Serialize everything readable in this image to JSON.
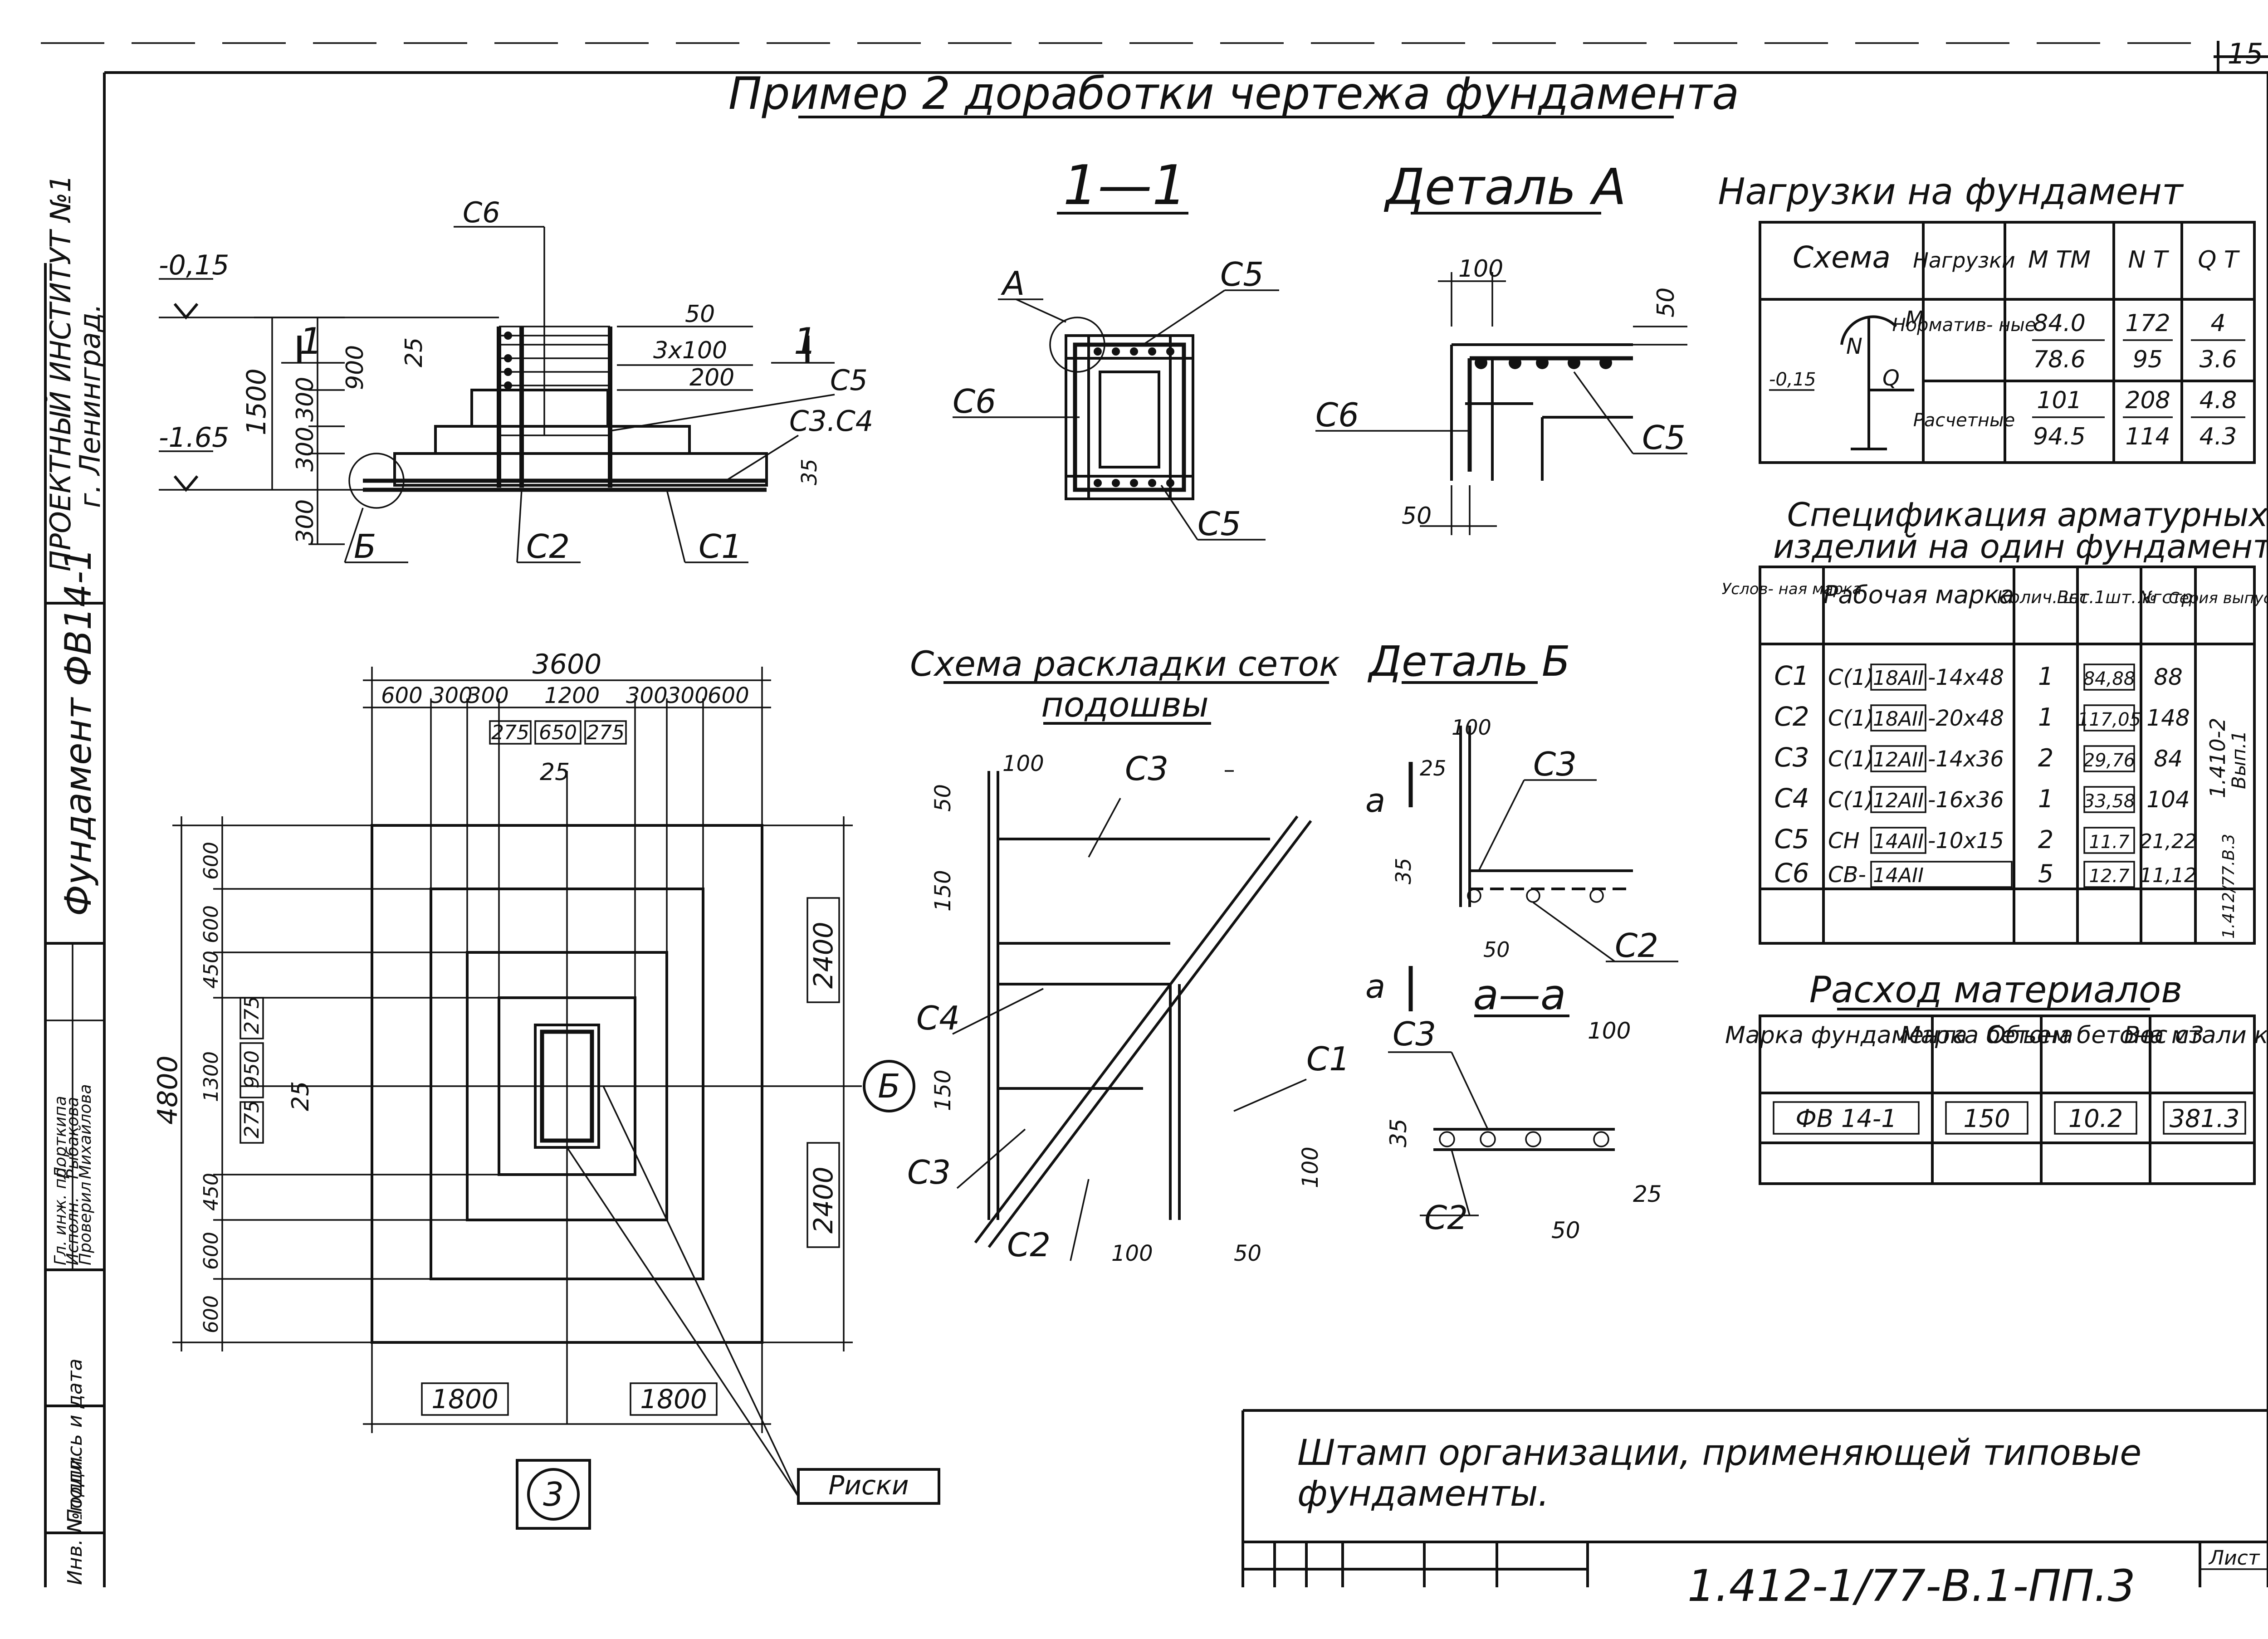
{
  "sheet": {
    "number": "15",
    "title": "Пример 2 доработки чертежа фундамента",
    "designation": "1.412-1/77-В.1-ПП.3",
    "sheet_label": "Лист"
  },
  "left_strip": {
    "org_line1": "ПРОЕКТНЫЙ ИНСТИТУТ №1",
    "org_line2": "г. Ленинград.",
    "foundation_name": "Фундамент ФВ14-1",
    "roles": [
      "Гл. инж. пр.",
      "Исполн.",
      "Проверил"
    ],
    "signatures": [
      "Лорткипа",
      "Рыбакова",
      "Михайлова"
    ],
    "stamp_cells": [
      "Инв. №подл.",
      "Подпись и дата"
    ]
  },
  "elevation": {
    "level_top": "-0,15",
    "level_bottom": "-1.65",
    "dims_left": [
      "1500",
      "900",
      "300",
      "300",
      "300"
    ],
    "dims_top": [
      "25",
      "50",
      "3x100",
      "200"
    ],
    "dim_35": "35",
    "labels": {
      "c6": "С6",
      "c5": "С5",
      "c3c4": "С3.С4",
      "c2": "С2",
      "c1": "С1",
      "b": "Б",
      "sec1": "1",
      "sec2": "1"
    }
  },
  "section11": {
    "title": "1—1",
    "a": "А",
    "c5_top": "С5",
    "c6": "С6",
    "c5_bottom": "С5"
  },
  "detail_a": {
    "title": "Деталь А",
    "d100": "100",
    "d50_top": "50",
    "d50_bottom": "50",
    "c6": "С6",
    "c5": "С5"
  },
  "plan": {
    "total_width": "3600",
    "top_dims": [
      "600",
      "300",
      "300",
      "1200",
      "300",
      "300",
      "600"
    ],
    "boxed_top": [
      "275",
      "650",
      "275"
    ],
    "d25": "25",
    "total_height": "4800",
    "d25_left": "25",
    "left_dims": [
      "600",
      "600",
      "450",
      "1300",
      "450",
      "600",
      "600"
    ],
    "boxed_left": [
      "275",
      "950",
      "275"
    ],
    "right_dims": [
      "2400",
      "2400"
    ],
    "bottom_dims": [
      "1800",
      "1800"
    ],
    "marker_b": "Б",
    "marker_3": "3",
    "riski": "Риски"
  },
  "mesh_scheme": {
    "title_line1": "Схема раскладки сеток",
    "title_line2": "подошвы",
    "labels": {
      "c3_top": "С3",
      "c4": "С4",
      "c1": "С1",
      "c3_bottom": "С3",
      "c2": "С2"
    },
    "dims": {
      "d100_top": "100",
      "d50_top": "50",
      "d150_a": "150",
      "d150_b": "150",
      "d100_right": "100",
      "d100_bottom": "100",
      "d50_bottom": "50"
    }
  },
  "detail_b": {
    "title": "Деталь Б",
    "d100": "100",
    "d25": "25",
    "d35": "35",
    "d50": "50",
    "c3": "С3",
    "c2": "С2",
    "cut_a1": "а",
    "cut_a2": "а"
  },
  "section_aa": {
    "title": "а—а",
    "c3": "С3",
    "c2": "С2",
    "d100": "100",
    "d35": "35",
    "d50": "50",
    "d25": "25"
  },
  "loads_table": {
    "title": "Нагрузки на фундамент",
    "headers": [
      "Схема",
      "Нагрузки",
      "М\nТМ",
      "N\nТ",
      "Q\nТ"
    ],
    "scheme_labels": {
      "level": "-0,15",
      "n": "N",
      "m": "М",
      "q": "Q"
    },
    "rows": [
      {
        "load": "Норматив-\nные",
        "m": [
          "84.0",
          "78.6"
        ],
        "n": [
          "172",
          "95"
        ],
        "q": [
          "4",
          "3.6"
        ]
      },
      {
        "load": "Расчетные",
        "m": [
          "101",
          "94.5"
        ],
        "n": [
          "208",
          "114"
        ],
        "q": [
          "4.8",
          "4.3"
        ]
      }
    ]
  },
  "spec_table": {
    "title_line1": "Спецификация арматурных",
    "title_line2": "изделий на один фундамент.",
    "headers": [
      "Услов-\nная\nмарка",
      "Рабочая\nмарка",
      "Колич.\nшт.",
      "Вес\n1шт.\nкг",
      "№\nстр.",
      "Серия\nвыпуск"
    ],
    "rows": [
      {
        "mark": "С1",
        "prefix": "С(1)",
        "boxed": "18АII",
        "suffix": "-14x48",
        "qty": "1",
        "weight": "84,88",
        "page": "88"
      },
      {
        "mark": "С2",
        "prefix": "С(1)",
        "boxed": "18АII",
        "suffix": "-20x48",
        "qty": "1",
        "weight": "117,05",
        "page": "148"
      },
      {
        "mark": "С3",
        "prefix": "С(1)",
        "boxed": "12АII",
        "suffix": "-14x36",
        "qty": "2",
        "weight": "29,76",
        "page": "84"
      },
      {
        "mark": "С4",
        "prefix": "С(1)",
        "boxed": "12АII",
        "suffix": "-16x36",
        "qty": "1",
        "weight": "33,58",
        "page": "104"
      },
      {
        "mark": "С5",
        "prefix": "СН",
        "boxed": "14АII",
        "suffix": "-10x15",
        "qty": "2",
        "weight": "11.7",
        "page": "21,22"
      },
      {
        "mark": "С6",
        "prefix": "СВ-",
        "boxed": "14АII",
        "suffix": "",
        "qty": "5",
        "weight": "12.7",
        "page": "11,12"
      }
    ],
    "series": [
      "1.410-2",
      "Вып.1",
      "1.412/77.В.3"
    ]
  },
  "materials_table": {
    "title": "Расход материалов",
    "headers": [
      "Марка\nфундамента",
      "Марка\nбетона",
      "Объем\nбетона\nм3",
      "Вес\nстали\nкг"
    ],
    "row": [
      "ФВ 14-1",
      "150",
      "10.2",
      "381.3"
    ]
  },
  "stamp": {
    "line1": "Штамп организации, применяющей типовые",
    "line2": "фундаменты."
  }
}
